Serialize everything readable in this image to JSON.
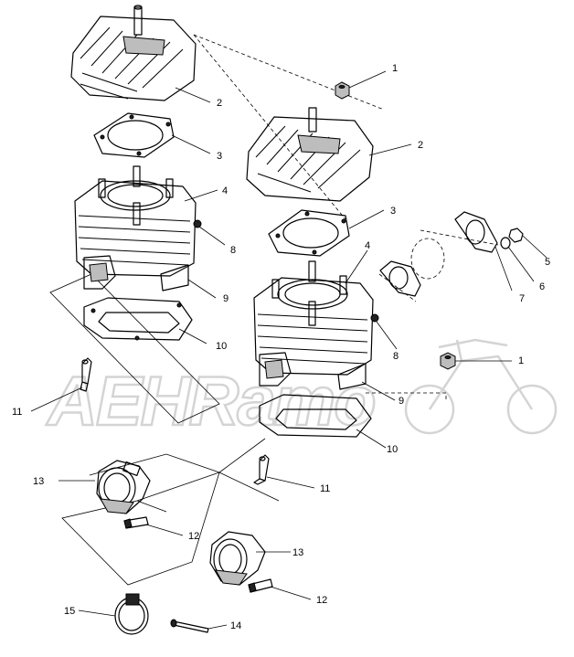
{
  "watermark": {
    "text": "AEHRamo"
  },
  "callouts": [
    {
      "id": "c1a",
      "number": "1"
    },
    {
      "id": "c2a",
      "number": "2"
    },
    {
      "id": "c3a",
      "number": "3"
    },
    {
      "id": "c2b",
      "number": "2"
    },
    {
      "id": "c4a",
      "number": "4"
    },
    {
      "id": "c3b",
      "number": "3"
    },
    {
      "id": "c8a",
      "number": "8"
    },
    {
      "id": "c4b",
      "number": "4"
    },
    {
      "id": "c5",
      "number": "5"
    },
    {
      "id": "c9a",
      "number": "9"
    },
    {
      "id": "c7",
      "number": "7"
    },
    {
      "id": "c6",
      "number": "6"
    },
    {
      "id": "c10a",
      "number": "10"
    },
    {
      "id": "c8b",
      "number": "8"
    },
    {
      "id": "c1b",
      "number": "1"
    },
    {
      "id": "c11a",
      "number": "11"
    },
    {
      "id": "c9b",
      "number": "9"
    },
    {
      "id": "c10b",
      "number": "10"
    },
    {
      "id": "c13a",
      "number": "13"
    },
    {
      "id": "c11b",
      "number": "11"
    },
    {
      "id": "c12a",
      "number": "12"
    },
    {
      "id": "c13b",
      "number": "13"
    },
    {
      "id": "c12b",
      "number": "12"
    },
    {
      "id": "c15",
      "number": "15"
    },
    {
      "id": "c14",
      "number": "14"
    }
  ]
}
